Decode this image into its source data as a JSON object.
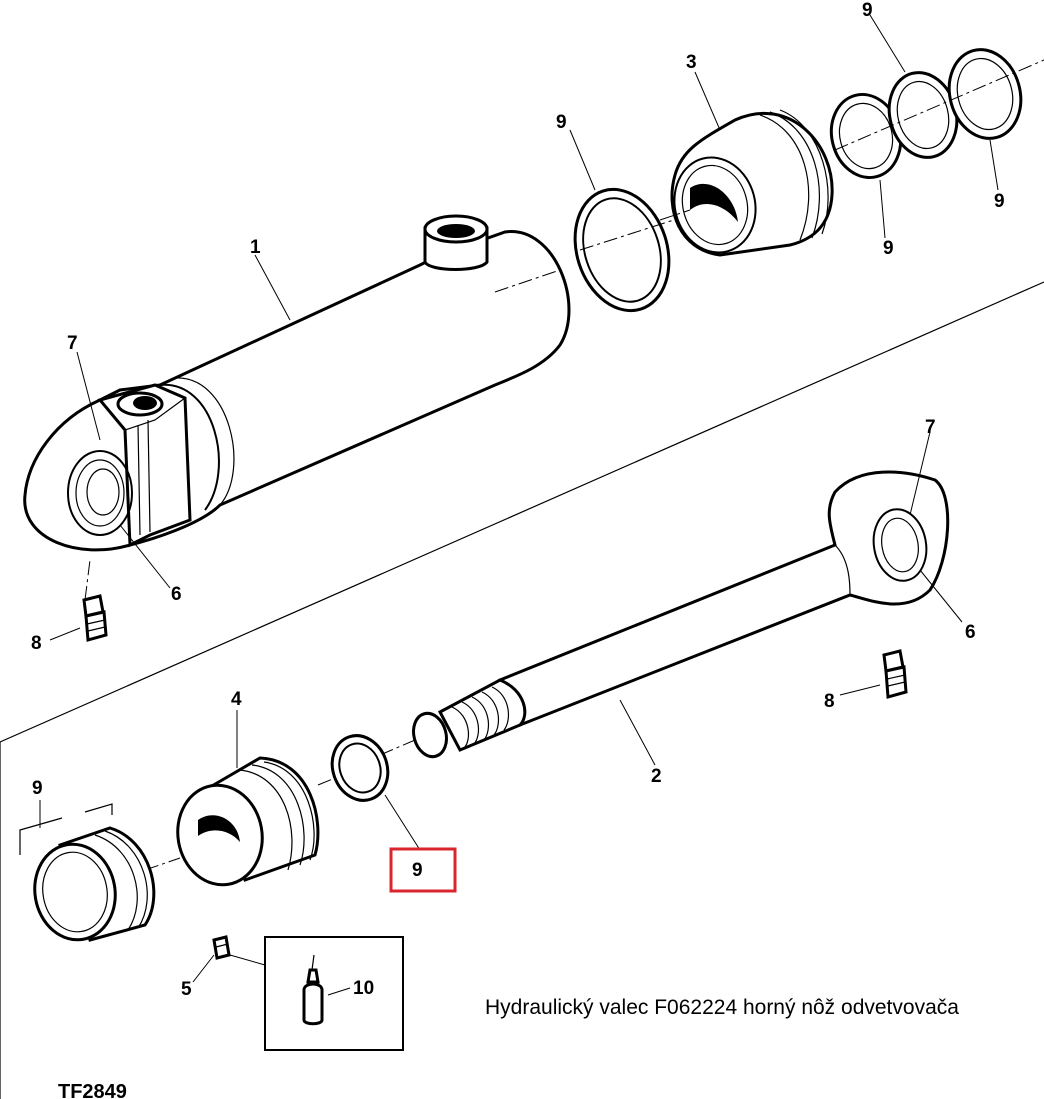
{
  "figure_id": "TF2849",
  "caption": "Hydraulický valec F062224 horný nôž odvetvovača",
  "highlight_color": "#d9262c",
  "callouts": {
    "c1": "1",
    "c2": "2",
    "c3": "3",
    "c4": "4",
    "c5": "5",
    "c6a": "6",
    "c6b": "6",
    "c7a": "7",
    "c7b": "7",
    "c8a": "8",
    "c8b": "8",
    "c9_top": "9",
    "c9_oring": "9",
    "c9_right_a": "9",
    "c9_right_b": "9",
    "c9_left": "9",
    "c9_highlight": "9",
    "c10": "10"
  }
}
